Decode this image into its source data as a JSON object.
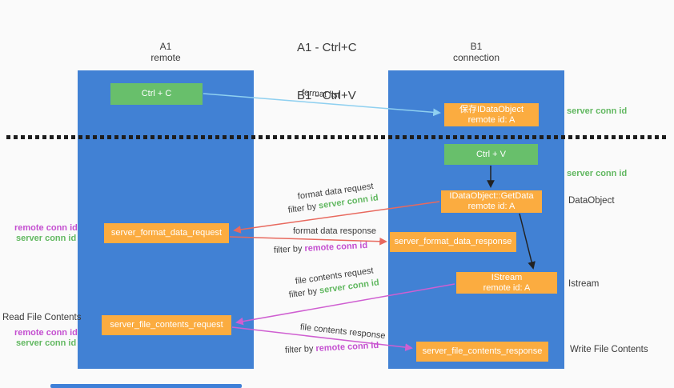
{
  "title": {
    "line1": "A1 - Ctrl+C",
    "line2": "B1 - Ctrl+V"
  },
  "lanes": {
    "a1": {
      "name": "A1",
      "sub": "remote"
    },
    "b1": {
      "name": "B1",
      "sub": "connection"
    }
  },
  "nodes": {
    "ctrl_c": "Ctrl + C",
    "ctrl_v": "Ctrl + V",
    "save_idataobject": {
      "line1": "保存IDataObject",
      "line2": "remote id: A"
    },
    "getdata": {
      "line1": "IDataObject::GetData",
      "line2": "remote id: A"
    },
    "istream": {
      "line1": "IStream",
      "line2": "remote id: A"
    },
    "server_format_data_request": "server_format_data_request",
    "server_format_data_response": "server_format_data_response",
    "server_file_contents_request": "server_file_contents_request",
    "server_file_contents_response": "server_file_contents_response"
  },
  "arrow_labels": {
    "format_list": "format list",
    "format_data_request": "format data request",
    "format_data_response": "format data response",
    "file_contents_request": "file contents request",
    "file_contents_response": "file contents response",
    "filter_by": "filter by",
    "server_conn_id": "server conn id",
    "remote_conn_id": "remote conn id"
  },
  "side_labels": {
    "server_conn_id_top": "server conn id",
    "server_conn_id_mid": "server conn id",
    "dataobject": "DataObject",
    "istream": "Istream",
    "write_file_contents": "Write File Contents",
    "read_file_contents": "Read File Contents",
    "remote_conn_id_left_top": "remote conn id",
    "server_conn_id_left_top": "server conn id",
    "remote_conn_id_left_bottom": "remote conn id",
    "server_conn_id_left_bottom": "server conn id"
  },
  "colors": {
    "lane_blue": "#4181d4",
    "box_green": "#68bf6b",
    "box_orange": "#fbac40",
    "arrow_blue": "#8fd0f0",
    "arrow_red": "#e8695e",
    "arrow_magenta": "#cf5fd1",
    "arrow_black": "#222222",
    "text_green": "#62b861",
    "text_magenta": "#c44fd0"
  }
}
